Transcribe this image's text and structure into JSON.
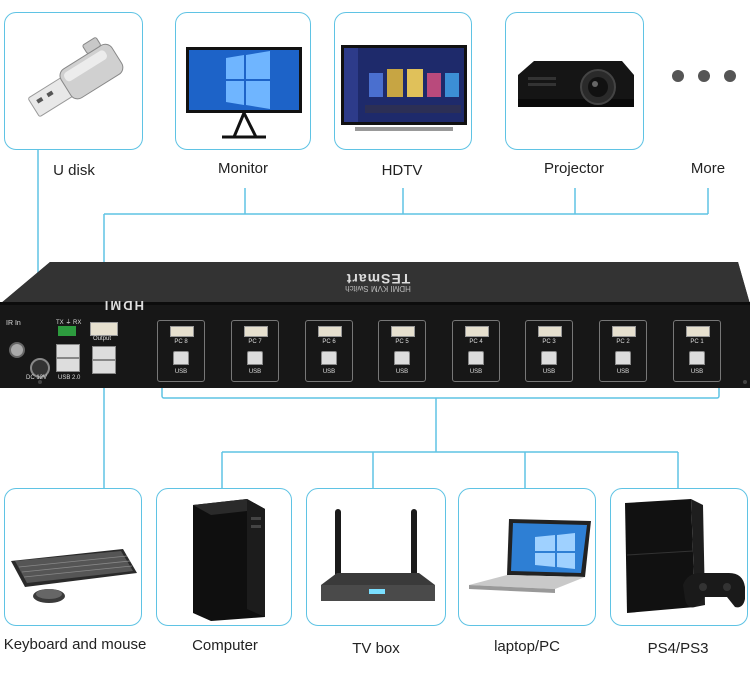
{
  "outputs": [
    {
      "label": "U disk",
      "icon": "usb-flash-drive-icon"
    },
    {
      "label": "Monitor",
      "icon": "monitor-icon"
    },
    {
      "label": "HDTV",
      "icon": "hdtv-icon"
    },
    {
      "label": "Projector",
      "icon": "projector-icon"
    },
    {
      "label": "More",
      "icon": "more-dots-icon"
    }
  ],
  "inputs": [
    {
      "label": "Keyboard and mouse",
      "icon": "keyboard-mouse-icon"
    },
    {
      "label": "Computer",
      "icon": "computer-tower-icon"
    },
    {
      "label": "TV box",
      "icon": "tv-box-icon"
    },
    {
      "label": "laptop/PC",
      "icon": "laptop-icon"
    },
    {
      "label": "PS4/PS3",
      "icon": "game-console-icon"
    }
  ],
  "device": {
    "brand": "TESmart",
    "subtitle": "HDMI KVM Switch",
    "hdmi_logo": "HDMI",
    "ir_label": "IR In",
    "dc_label": "DC 12V",
    "serial_label": "TX ⏚ RX",
    "usb_label": "USB 2.0",
    "output_label": "Output",
    "ports": [
      "PC 8",
      "PC 7",
      "PC 6",
      "PC 5",
      "PC 4",
      "PC 3",
      "PC 2",
      "PC 1"
    ],
    "port_usb_label": "USB"
  },
  "colors": {
    "line": "#5fc3e4",
    "device": "#1c1c1c"
  }
}
